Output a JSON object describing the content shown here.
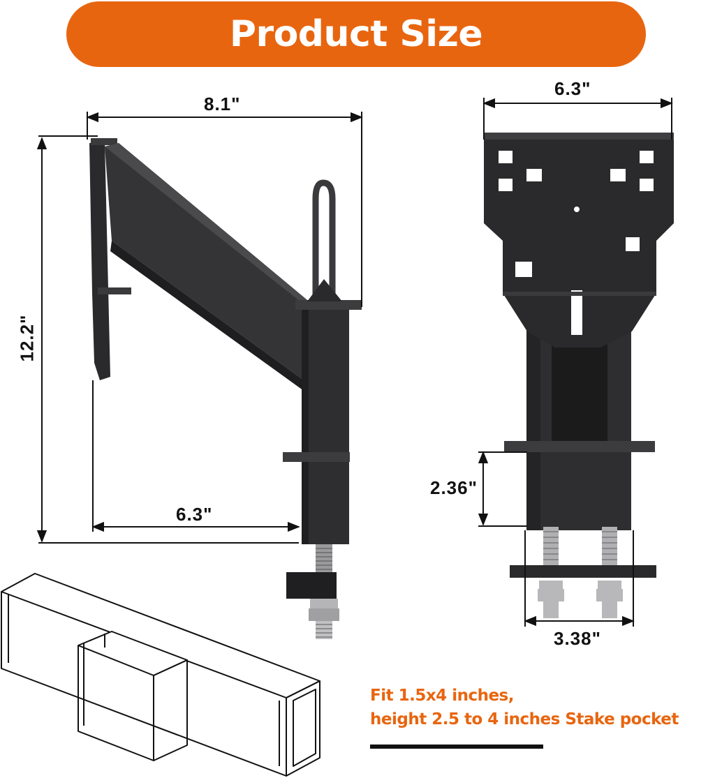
{
  "title": "Product Size",
  "dimensions": {
    "side_width": "8.1\"",
    "side_height": "12.2\"",
    "side_base": "6.3\"",
    "front_width": "6.3\"",
    "front_pocket_height": "2.36\"",
    "front_bolt_span": "3.38\""
  },
  "fit_text": {
    "line1": "Fit 1.5x4 inches,",
    "line2": "height 2.5 to 4 inches Stake pocket"
  },
  "colors": {
    "accent": "#e8650f",
    "metal": "#2c2c2e",
    "metal_dark": "#1b1b1c",
    "line": "#111111"
  }
}
